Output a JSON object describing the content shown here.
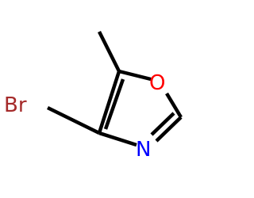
{
  "molecule": {
    "atoms": {
      "bromine": "Br",
      "oxygen": "O",
      "nitrogen": "N"
    },
    "colors": {
      "bond": "#000000",
      "bromine": "#a52a2a",
      "oxygen": "#ff0000",
      "nitrogen": "#0000ff"
    }
  }
}
